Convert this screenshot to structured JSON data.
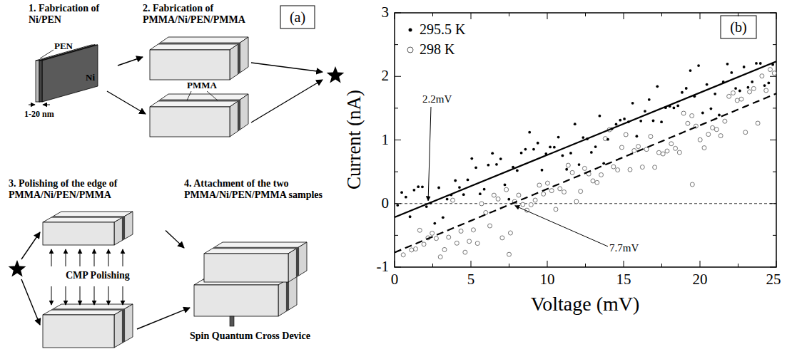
{
  "diagram": {
    "nodes": [
      {
        "text": [
          "1. Fabrication of Ni/PEN"
        ]
      },
      {
        "text": [
          "2. Fabrication of PMMA/Ni/PEN/PMMA"
        ]
      },
      {
        "text": [
          "3. Polishing of the edge of PMMA/Ni/PEN/PMMA"
        ]
      },
      {
        "text": [
          "4. Attachment of the two PMMA/Ni/PEN/PMMA samples"
        ]
      }
    ],
    "edges": [
      {
        "from": 0,
        "to": 1,
        "arrow": "to"
      },
      {
        "from": 2,
        "to": 3,
        "arrow": "to"
      }
    ],
    "labels": [
      "(a)",
      "PEN",
      "Ni",
      "1-20 nm",
      "PMMA",
      "CMP Polishing",
      "Spin Quantum Cross Device",
      "(b)",
      "3",
      "2",
      "1",
      "0",
      "-1",
      "0",
      "5",
      "10",
      "15",
      "20",
      "25",
      "Current (nA)",
      "Voltage (mV)",
      "2.2mV",
      "7.7mV"
    ],
    "legend": [
      {
        "text": "295.5 K"
      },
      {
        "text": "298 K"
      }
    ]
  }
}
